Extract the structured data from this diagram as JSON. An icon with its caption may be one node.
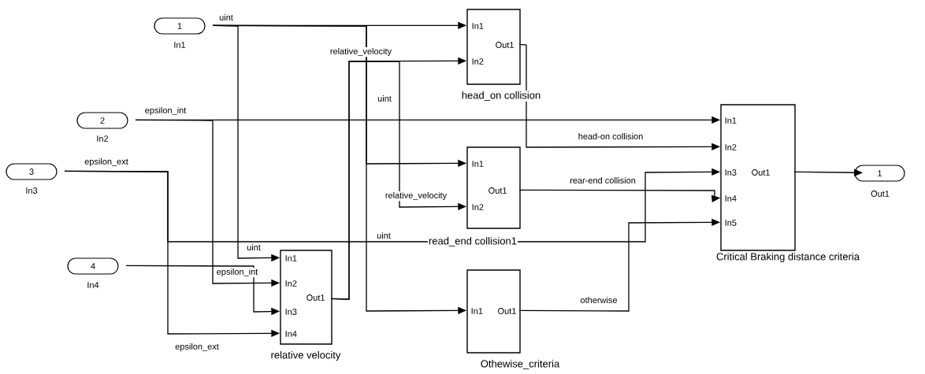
{
  "diagram": {
    "nodes": [
      {
        "text": [
          "1"
        ],
        "beside": [
          "In1"
        ]
      },
      {
        "text": [
          "2"
        ],
        "beside": [
          "In2"
        ]
      },
      {
        "text": [
          "3"
        ],
        "beside": [
          "In3"
        ]
      },
      {
        "text": [
          "4"
        ],
        "beside": [
          "In4"
        ]
      },
      {
        "text": [
          "In1",
          "Out1",
          "In2"
        ],
        "beside": [
          "head_on collision"
        ]
      },
      {
        "text": [
          "In1",
          "Out1",
          "In2"
        ],
        "beside": [
          "read_end collision1"
        ]
      },
      {
        "text": [
          "In1",
          "In2",
          "Out1",
          "In3",
          "In4"
        ],
        "beside": [
          "relative velocity"
        ]
      },
      {
        "text": [
          "In1",
          "Out1"
        ],
        "beside": [
          "Othewise_criteria"
        ]
      },
      {
        "text": [
          "In1",
          "In2",
          "In3",
          "Out1",
          "In4",
          "In5"
        ],
        "beside": [
          "Critical Braking distance criteria"
        ]
      },
      {
        "text": [
          "1"
        ],
        "beside": [
          "Out1"
        ]
      }
    ],
    "edges": [
      {
        "from": 0,
        "to": 4,
        "arrow": "to",
        "label": "uint"
      },
      {
        "from": 0,
        "to": 6,
        "arrow": "to",
        "label": "uint"
      },
      {
        "from": 0,
        "to": 5,
        "arrow": "to",
        "label": "uint"
      },
      {
        "from": 0,
        "to": 7,
        "arrow": "to",
        "label": "uint"
      },
      {
        "from": 1,
        "to": 8,
        "arrow": "to",
        "label": "epsilon_int"
      },
      {
        "from": 1,
        "to": 6,
        "arrow": "to",
        "label": "epsilon_int"
      },
      {
        "from": 2,
        "to": 8,
        "arrow": "to",
        "label": "epsilon_ext"
      },
      {
        "from": 2,
        "to": 6,
        "arrow": "to",
        "label": "epsilon_ext"
      },
      {
        "from": 3,
        "to": 6,
        "arrow": "to"
      },
      {
        "from": 6,
        "to": 4,
        "arrow": "to",
        "label": "relative_velocity"
      },
      {
        "from": 6,
        "to": 5,
        "arrow": "to",
        "label": "relative_velocity"
      },
      {
        "from": 4,
        "to": 8,
        "arrow": "to",
        "label": "head-on collision"
      },
      {
        "from": 5,
        "to": 8,
        "arrow": "to",
        "label": "rear-end collision"
      },
      {
        "from": 7,
        "to": 8,
        "arrow": "to",
        "label": "otherwise"
      },
      {
        "from": 8,
        "to": 9,
        "arrow": "to"
      }
    ]
  }
}
